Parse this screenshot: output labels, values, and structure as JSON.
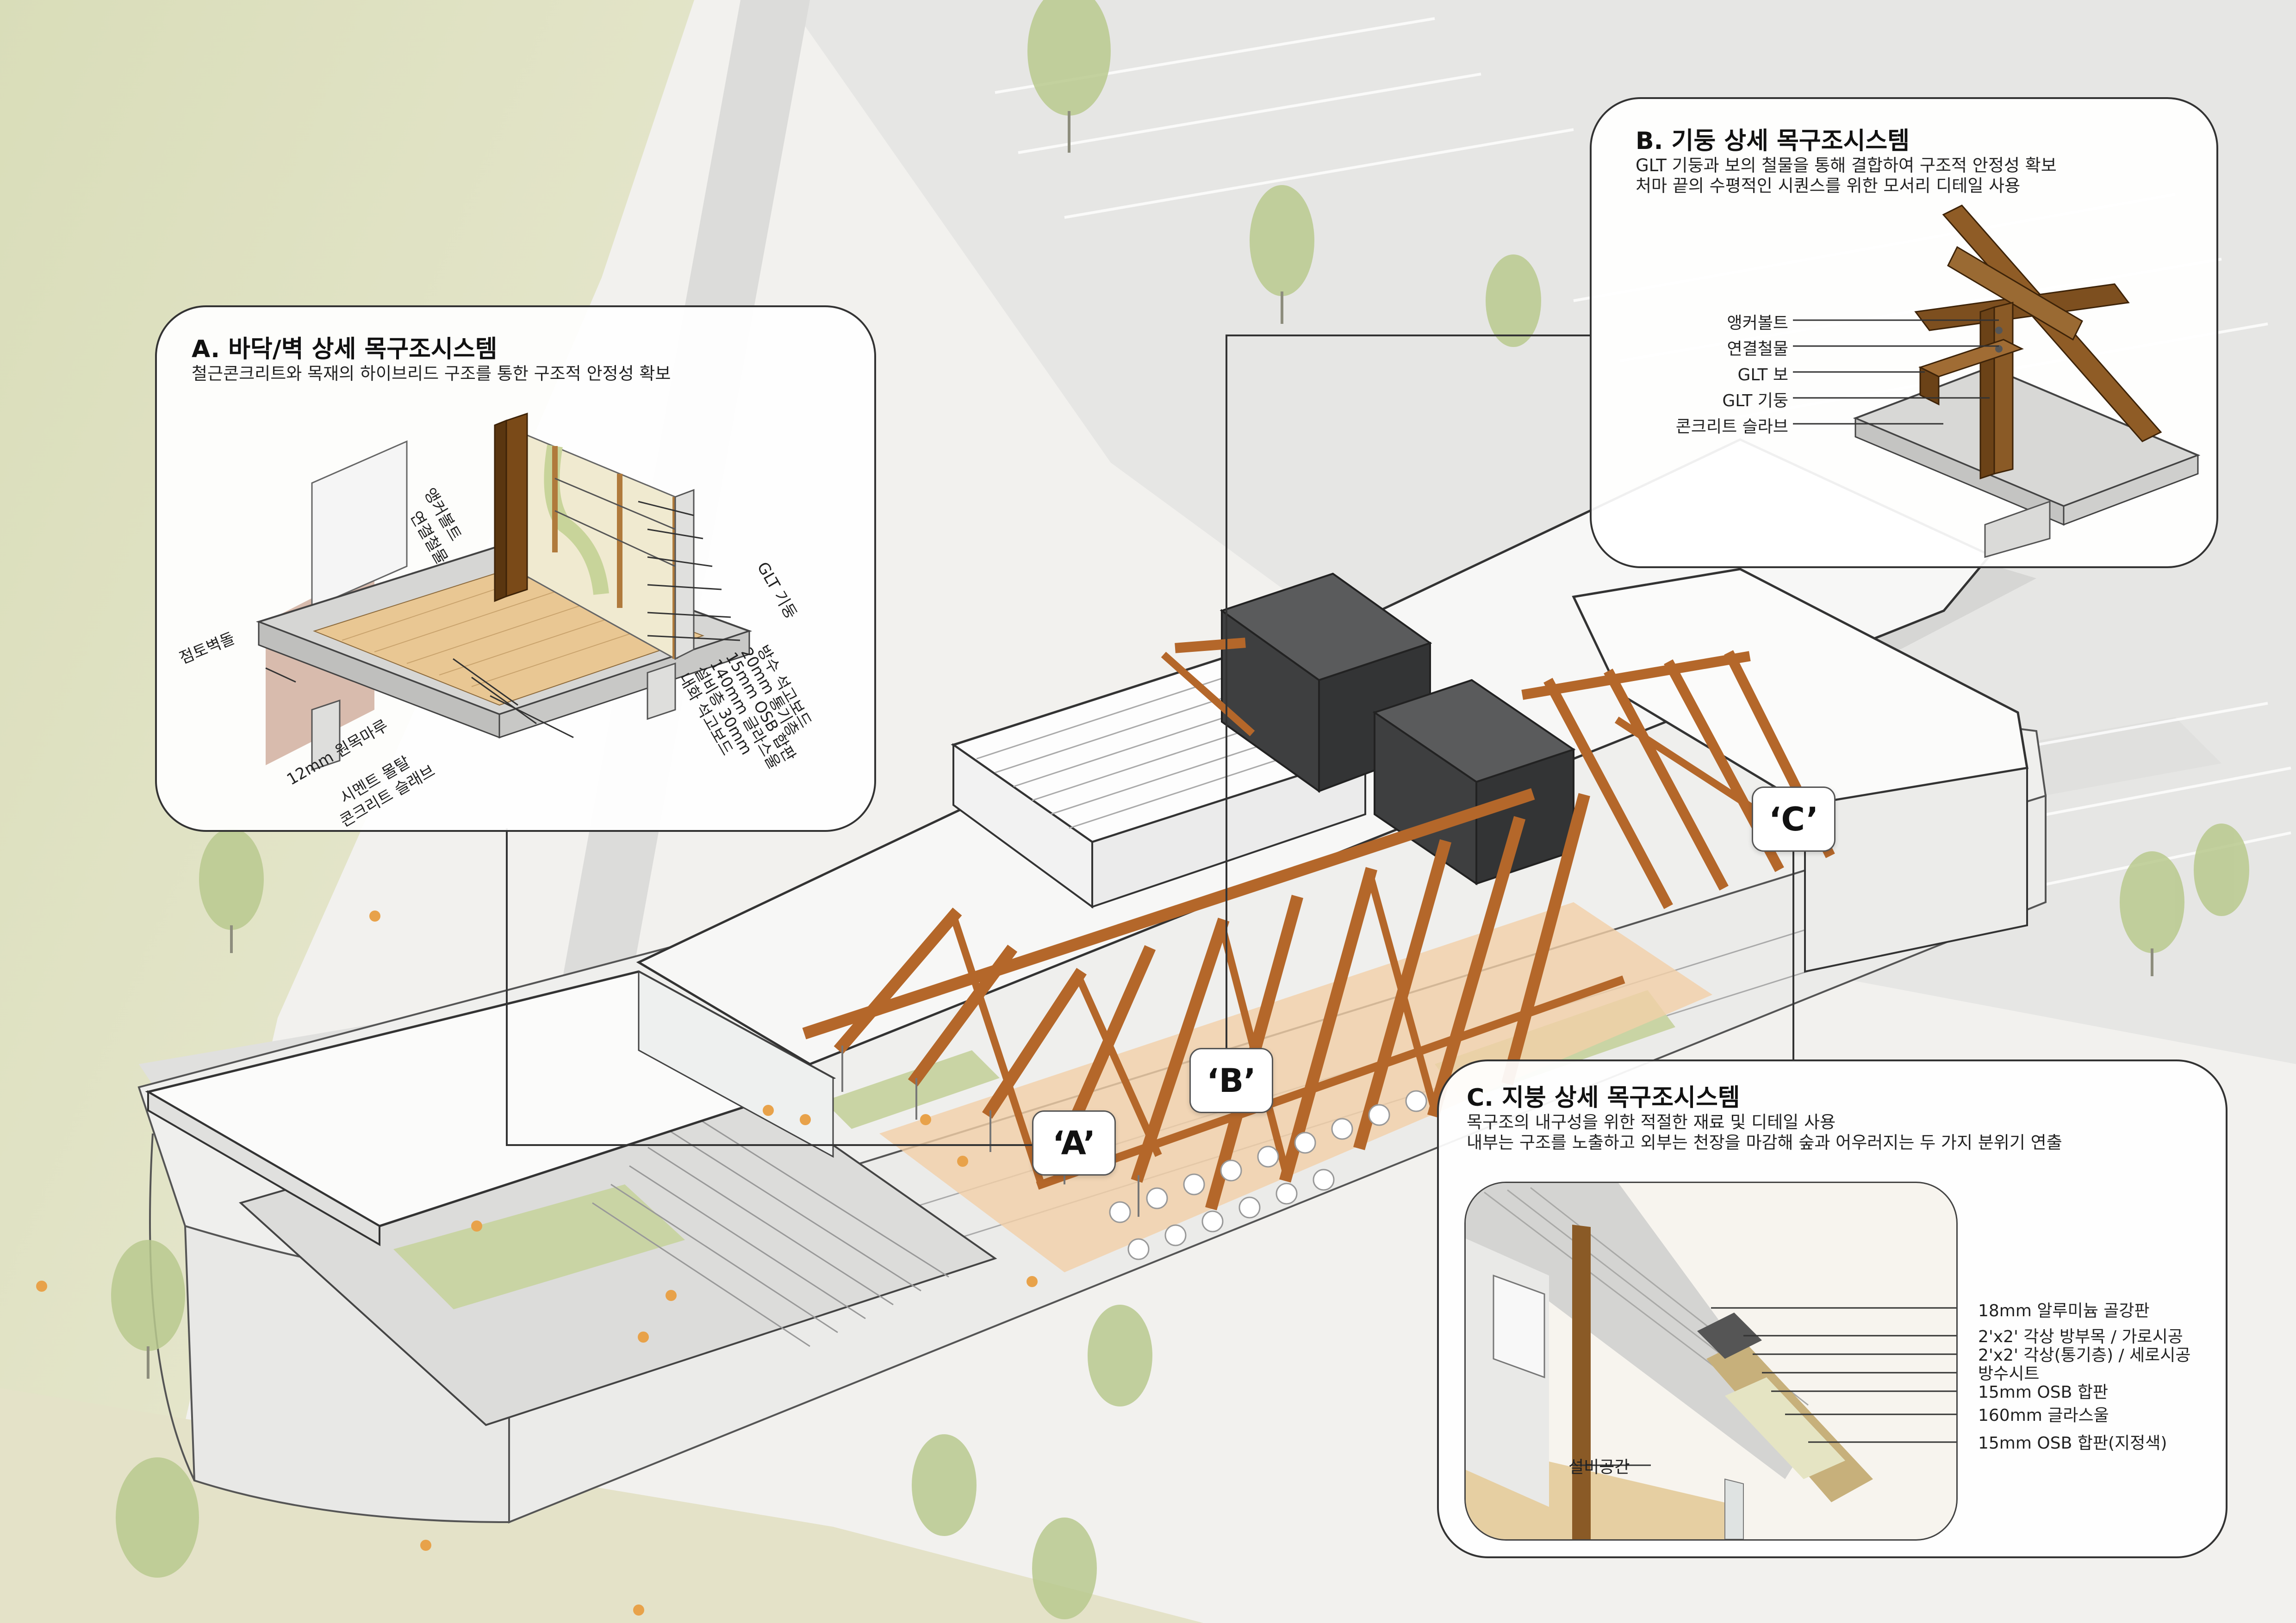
{
  "colors": {
    "timber": "#b4672a",
    "timber_dark": "#7a3f12",
    "concrete_block": "#3c3d3e",
    "roof_white": "#fbfbfa",
    "lawn": "#c9d4a4",
    "deck": "#f3d0a8",
    "tree": "#b9c98e",
    "people": "#e8a24a"
  },
  "panel_a": {
    "title": "A. 바닥/벽 상세 목구조시스템",
    "description": "철근콘크리트와 목재의 하이브리드 구조를 통한 구조적 안정성 확보",
    "labels_left": [
      "점토벽돌",
      "12mm 원목마루",
      "시멘트 몰탈",
      "콘크리트 슬래브"
    ],
    "labels_wall": [
      "앵커볼트",
      "연결철물"
    ],
    "labels_right": [
      "GLT 기둥",
      "방수 석고보드",
      "20mm 통기층",
      "15mm OSB 합판",
      "140mm 글라스울",
      "설비층 30mm",
      "내화 석고보드"
    ]
  },
  "panel_b": {
    "title": "B. 기둥 상세 목구조시스템",
    "description": [
      "GLT 기둥과 보의 철물을 통해 결합하여 구조적 안정성 확보",
      "처마 끝의 수평적인 시퀀스를 위한 모서리 디테일 사용"
    ],
    "labels": [
      "앵커볼트",
      "연결철물",
      "GLT 보",
      "GLT 기둥",
      "콘크리트 슬라브"
    ]
  },
  "panel_c": {
    "title": "C. 지붕 상세 목구조시스템",
    "description": [
      "목구조의 내구성을 위한 적절한 재료 및 디테일 사용",
      "내부는 구조를 노출하고 외부는 천장을 마감해 숲과 어우러지는 두 가지 분위기 연출"
    ],
    "labels": [
      "18mm 알루미늄 골강판",
      "2'x2' 각상 방부목 / 가로시공",
      "2'x2' 각상(통기층) / 세로시공",
      "방수시트",
      "15mm OSB 합판",
      "160mm 글라스울",
      "15mm OSB 합판(지정색)"
    ],
    "space_label": "설비공간"
  },
  "callouts": {
    "a": "‘A’",
    "b": "‘B’",
    "c": "‘C’"
  }
}
